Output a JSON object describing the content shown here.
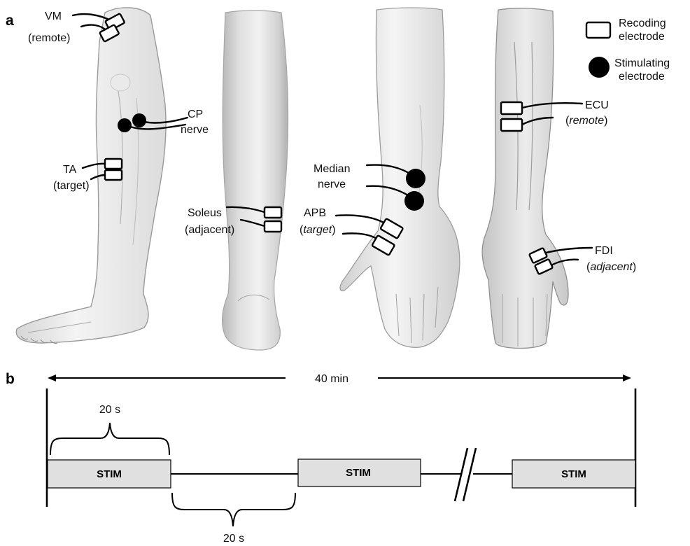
{
  "panels": {
    "a": "a",
    "b": "b"
  },
  "legend": {
    "recording_line1": "Recoding",
    "recording_line2": "electrode",
    "stimulating_line1": "Stimulating",
    "stimulating_line2": "electrode"
  },
  "muscles": {
    "vm": {
      "name": "VM",
      "role": "(remote)"
    },
    "cp": {
      "line1": "CP",
      "line2": "nerve"
    },
    "ta": {
      "name": "TA",
      "role": "(target)"
    },
    "soleus": {
      "name": "Soleus",
      "role": "(adjacent)"
    },
    "median": {
      "line1": "Median",
      "line2": "nerve"
    },
    "apb": {
      "name": "APB",
      "role_open": "(",
      "role": "target",
      "role_close": ")"
    },
    "ecu": {
      "name": "ECU",
      "role_open": "(",
      "role": "remote",
      "role_close": ")"
    },
    "fdi": {
      "name": "FDI",
      "role_open": "(",
      "role": "adjacent",
      "role_close": ")"
    }
  },
  "timeline": {
    "total": "40 min",
    "on_interval": "20 s",
    "off_interval": "20 s",
    "block_label": "STIM"
  },
  "colors": {
    "stim_fill": "#e0e0e0",
    "skin_light": "#f3f3f3",
    "skin_mid": "#d9d9d9",
    "skin_shadow": "#bdbdbd"
  }
}
